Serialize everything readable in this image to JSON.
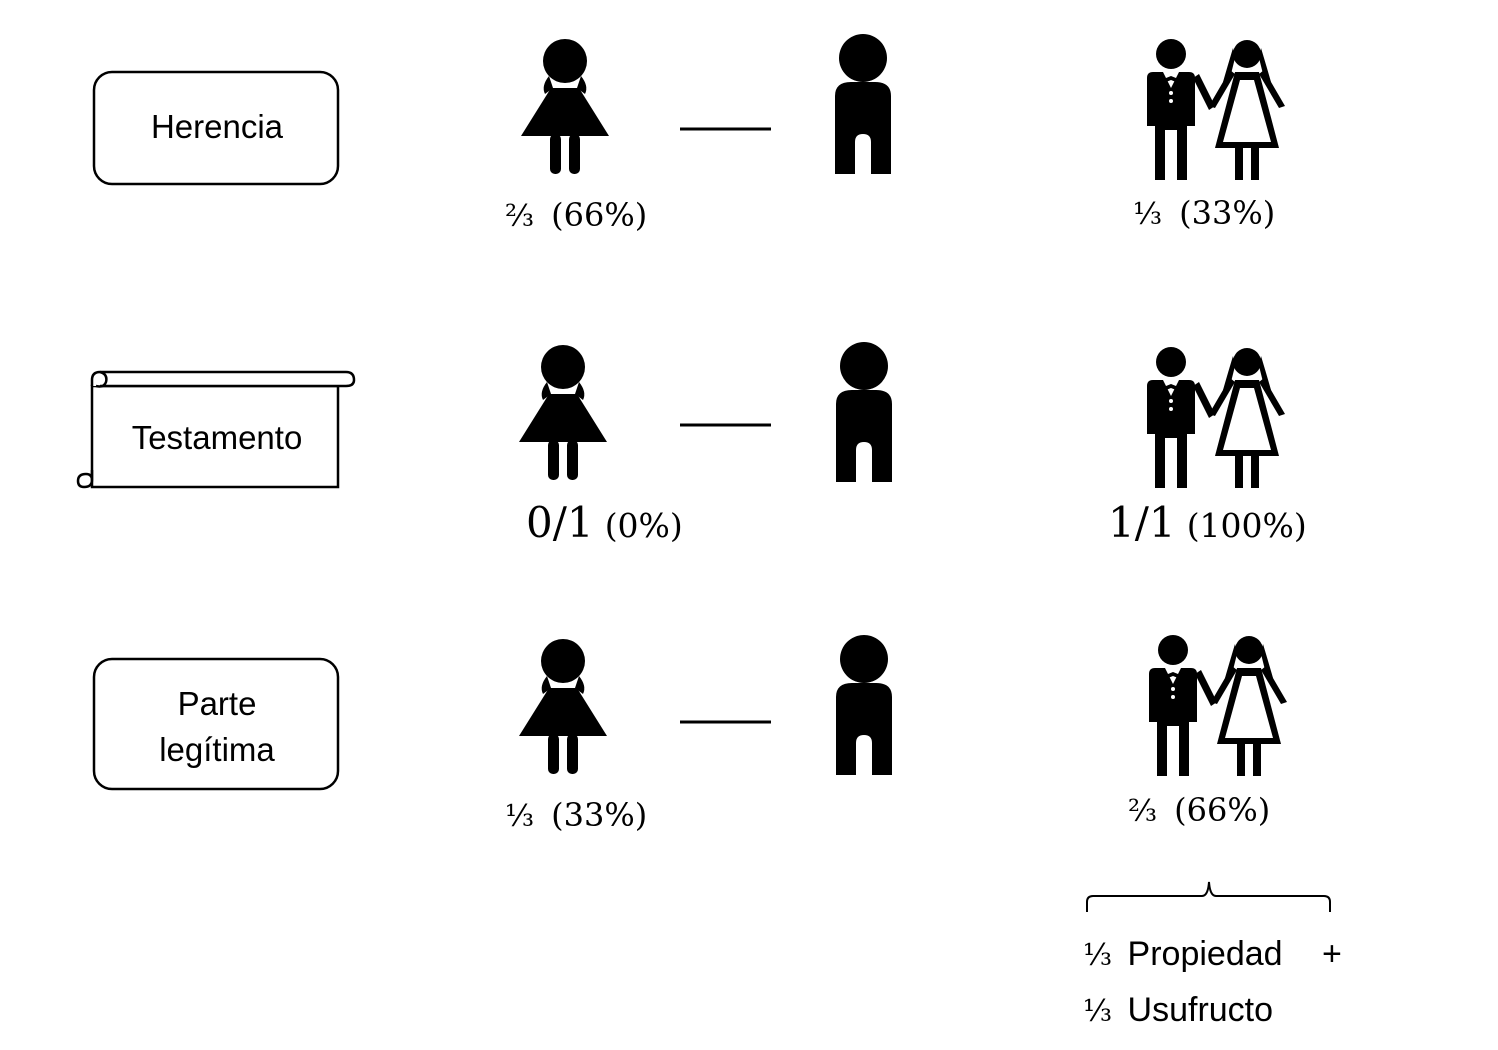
{
  "rows": [
    {
      "label": "Herencia",
      "daughter_frac": "⅔",
      "daughter_pct": "(66%)",
      "spouse_frac": "⅓",
      "spouse_pct": "(33%)"
    },
    {
      "label": "Testamento",
      "daughter_frac": "0/1",
      "daughter_pct": "(0%)",
      "spouse_frac": "1/1",
      "spouse_pct": "(100%)"
    },
    {
      "label_line1": "Parte",
      "label_line2": "legítima",
      "daughter_frac": "⅓",
      "daughter_pct": "(33%)",
      "spouse_frac": "⅔",
      "spouse_pct": "(66%)"
    }
  ],
  "breakdown": {
    "line1_frac": "⅓",
    "line1_text": "Propiedad",
    "plus": "+",
    "line2_frac": "⅓",
    "line2_text": "Usufructo"
  },
  "colors": {
    "ink": "#000000",
    "paper": "#ffffff"
  },
  "icons": [
    "girl-icon",
    "person-icon",
    "couple-icon",
    "scroll-icon"
  ]
}
